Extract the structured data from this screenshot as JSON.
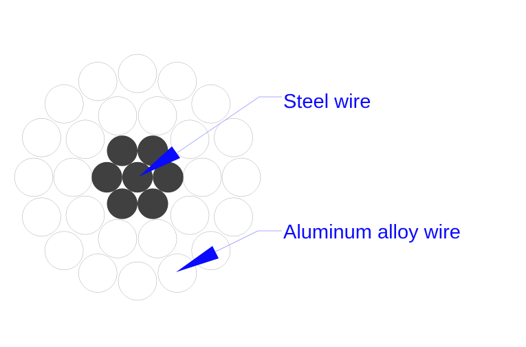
{
  "labels": {
    "steel": "Steel wire",
    "aluminum": "Aluminum alloy wire"
  },
  "structure": {
    "steel_core_wires": 7,
    "inner_aluminum_layer_wires": 10,
    "outer_aluminum_layer_wires": 16
  },
  "colors": {
    "steel_fill": "#404040",
    "aluminum_stroke": "#a8a8a8",
    "pointer": "#0a0aff",
    "leader": "#a8a8ff"
  }
}
